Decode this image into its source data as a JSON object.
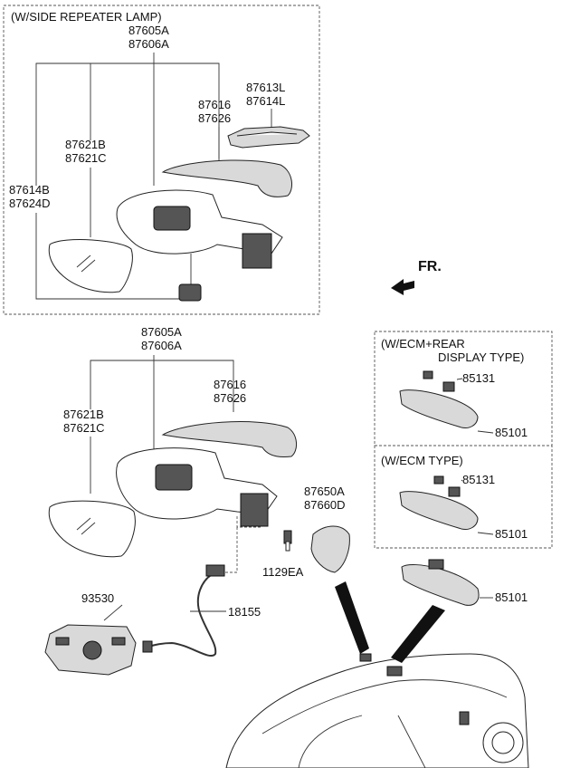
{
  "sections": {
    "side_repeater_title": "(W/SIDE REPEATER LAMP)",
    "ecm_rear_title_line1": "(W/ECM+REAR",
    "ecm_rear_title_line2": "DISPLAY TYPE)",
    "ecm_title": "(W/ECM TYPE)"
  },
  "top_panel": {
    "mirror_assy_1": "87605A",
    "mirror_assy_2": "87606A",
    "cover_1": "87613L",
    "cover_2": "87614L",
    "cap_1": "87616",
    "cap_2": "87626",
    "glass_1": "87621B",
    "glass_2": "87621C",
    "repeater_1": "87614B",
    "repeater_2": "87624D"
  },
  "fr_label": "FR.",
  "middle": {
    "mirror_assy_1": "87605A",
    "mirror_assy_2": "87606A",
    "cap_1": "87616",
    "cap_2": "87626",
    "glass_1": "87621B",
    "glass_2": "87621C",
    "cover_1": "87650A",
    "cover_2": "87660D",
    "bolt": "1129EA",
    "switch": "93530",
    "harness": "18155"
  },
  "ecm_rear_box": {
    "sensor": "85131",
    "mirror": "85101"
  },
  "ecm_box": {
    "sensor": "85131",
    "mirror": "85101"
  },
  "bare_mirror": "85101",
  "icons": [
    "fr-arrow-icon"
  ]
}
